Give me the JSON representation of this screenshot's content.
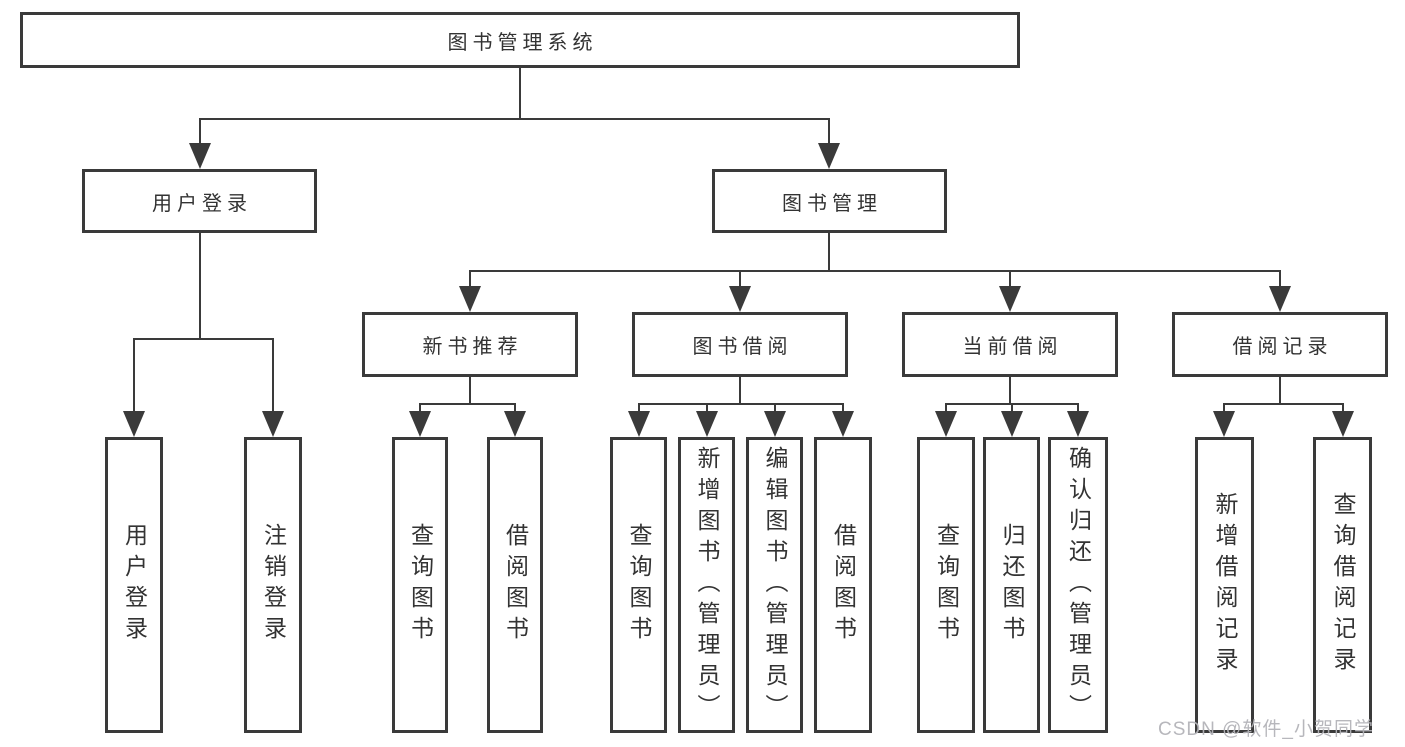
{
  "diagram": {
    "title": "图书管理系统",
    "branches": [
      {
        "label": "用户登录",
        "children": [
          {
            "label": "用户登录"
          },
          {
            "label": "注销登录"
          }
        ]
      },
      {
        "label": "图书管理",
        "children": [
          {
            "label": "新书推荐",
            "children": [
              {
                "label": "查询图书"
              },
              {
                "label": "借阅图书"
              }
            ]
          },
          {
            "label": "图书借阅",
            "children": [
              {
                "label": "查询图书"
              },
              {
                "label": "新增图书（管理员）"
              },
              {
                "label": "编辑图书（管理员）"
              },
              {
                "label": "借阅图书"
              }
            ]
          },
          {
            "label": "当前借阅",
            "children": [
              {
                "label": "查询图书"
              },
              {
                "label": "归还图书"
              },
              {
                "label": "确认归还（管理员）"
              }
            ]
          },
          {
            "label": "借阅记录",
            "children": [
              {
                "label": "新增借阅记录"
              },
              {
                "label": "查询借阅记录"
              }
            ]
          }
        ]
      }
    ]
  },
  "watermark": {
    "text": "CSDN @软件_小贺同学"
  },
  "colors": {
    "background": "#ffffff",
    "stroke": "#3a3a3a",
    "text": "#333333",
    "watermark": "#b4b4b9"
  }
}
